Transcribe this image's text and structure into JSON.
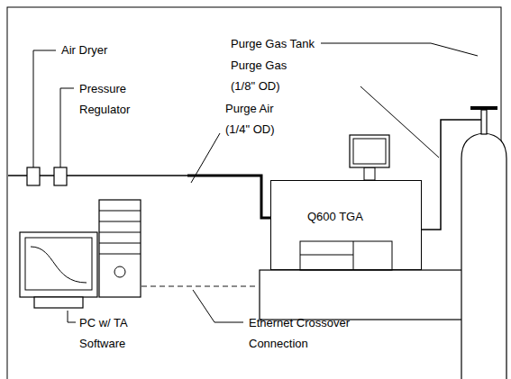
{
  "diagram": {
    "nodes": [
      {
        "text": [
          "Q600 TGA"
        ]
      }
    ],
    "labels": [
      "Air Dryer",
      "Pressure Regulator",
      "Purge Gas Tank",
      "Purge Gas (1/8\" OD)",
      "Purge Air (1/4\" OD)",
      "PC w/ TA Software",
      "Ethernet Crossover Connection"
    ]
  }
}
